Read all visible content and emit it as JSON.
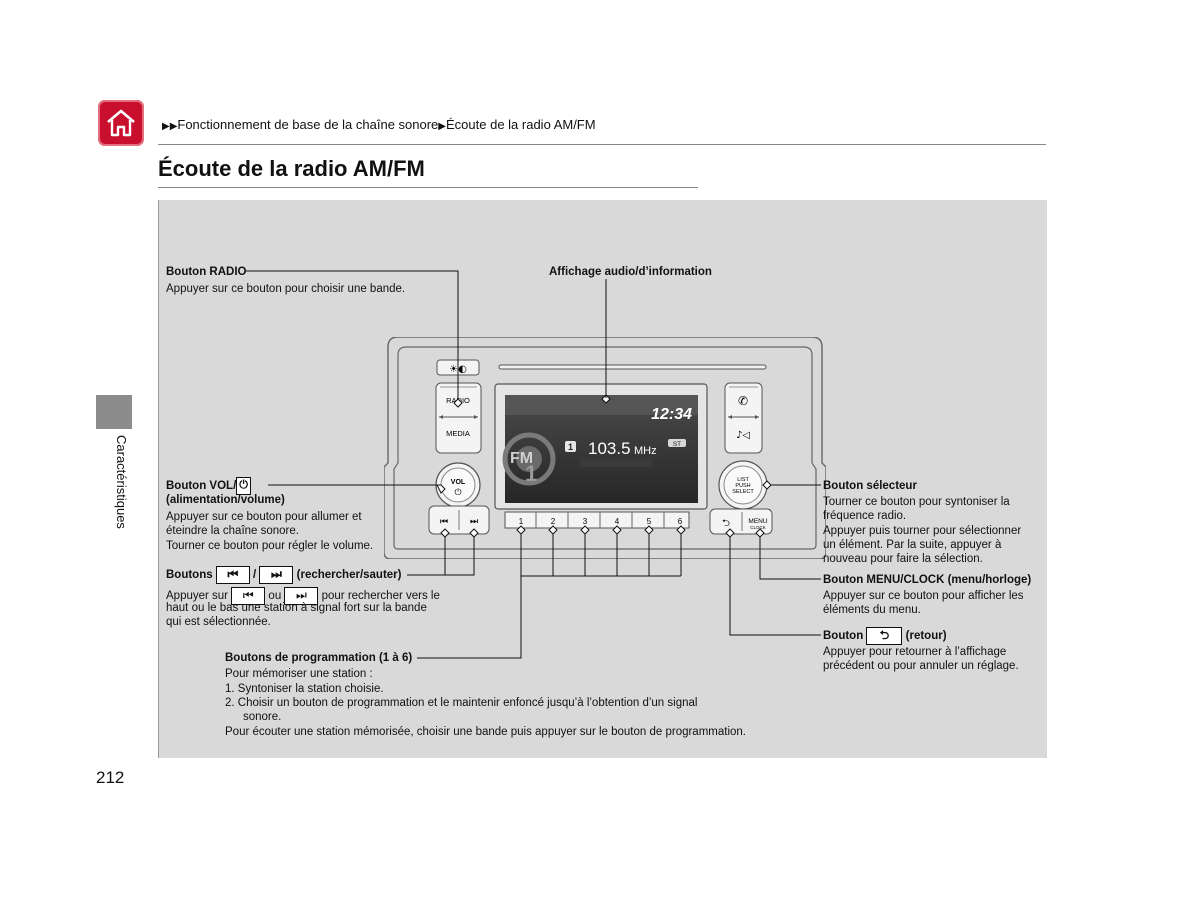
{
  "header": {
    "home_icon": "home-icon",
    "breadcrumb": {
      "prefix_glyph": "▶▶",
      "separator_glyph": "▶",
      "item1": "Fonctionnement de base de la chaîne sonore",
      "item2": "Écoute de la radio AM/FM"
    },
    "title": "Écoute de la radio AM/FM"
  },
  "side_tab": {
    "label": "Caractéristiques"
  },
  "radio_unit": {
    "display": {
      "clock": "12:34",
      "preset": "1",
      "frequency": "103.5",
      "unit": "MHz",
      "stereo": "ST",
      "band": "FM",
      "band_sub": "1"
    },
    "buttons": {
      "brightness": "☀◐",
      "radio": "RADIO",
      "media": "MEDIA",
      "vol_line1": "VOL",
      "vol_line2": "⏻",
      "select_line1": "LIST",
      "select_line2": "PUSH",
      "select_line3": "SELECT",
      "menu_line1": "MENU",
      "menu_line2": "CLOCK",
      "phone": "✆",
      "voice": "♪◁",
      "seek_down": "⏮",
      "seek_up": "⏭",
      "back": "⮌",
      "presets": [
        "1",
        "2",
        "3",
        "4",
        "5",
        "6"
      ]
    }
  },
  "callouts": {
    "radio": {
      "title": "Bouton RADIO",
      "desc": "Appuyer sur ce bouton pour choisir une bande."
    },
    "display": {
      "title": "Affichage audio/d’information"
    },
    "vol": {
      "title_prefix": "Bouton VOL/",
      "title_icon": "⏻",
      "title_line2": "(alimentation/volume)",
      "desc": [
        "Appuyer sur ce bouton pour allumer et",
        "éteindre la chaîne sonore.",
        "Tourner ce bouton pour régler le volume."
      ]
    },
    "seek": {
      "title_prefix": "Boutons",
      "sep": "/",
      "title_suffix": "(rechercher/sauter)",
      "desc_prefix": "Appuyer sur",
      "desc_or": "ou",
      "desc_suffix": "pour rechercher vers le",
      "desc": [
        "haut ou le bas une station à signal fort sur la bande",
        "qui est sélectionnée."
      ]
    },
    "presets": {
      "title": "Boutons de programmation (1 à 6)",
      "intro": "Pour mémoriser une station :",
      "steps": [
        "1.  Syntoniser la station choisie.",
        "2.  Choisir un bouton de programmation et le maintenir enfoncé jusqu’à l’obtention d’un signal",
        "sonore."
      ],
      "outro": "Pour écouter une station mémorisée, choisir une bande puis appuyer sur le bouton de programmation."
    },
    "selector": {
      "title": "Bouton sélecteur",
      "desc": [
        "Tourner ce bouton pour syntoniser la",
        "fréquence radio.",
        "Appuyer puis tourner pour sélectionner",
        "un élément. Par la suite, appuyer à",
        "nouveau pour faire la sélection."
      ]
    },
    "menu": {
      "title": "Bouton MENU/CLOCK (menu/horloge)",
      "desc": [
        "Appuyer sur ce bouton pour afficher les",
        "éléments du menu."
      ]
    },
    "back": {
      "title_prefix": "Bouton",
      "title_suffix": "(retour)",
      "desc": [
        "Appuyer pour retourner à l’affichage",
        "précédent ou pour annuler un réglage."
      ]
    }
  },
  "footer": {
    "page_number": "212"
  }
}
